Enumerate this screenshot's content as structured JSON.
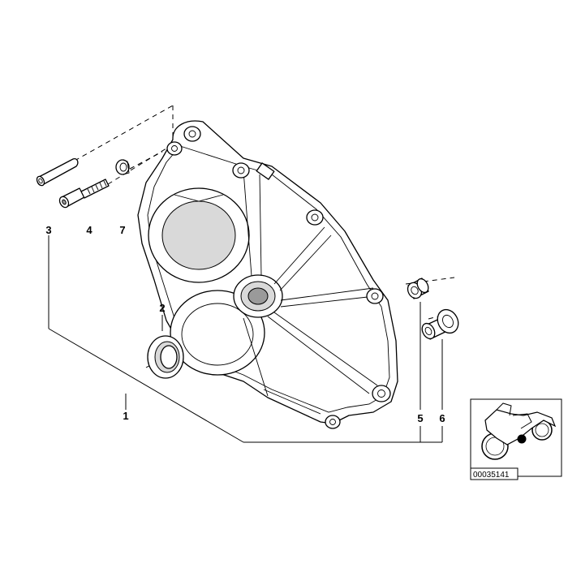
{
  "callouts": {
    "part_1": "1",
    "part_2": "2",
    "part_3": "3",
    "part_4": "4",
    "part_5": "5",
    "part_6": "6",
    "part_7": "7"
  },
  "reference_code": "00035141"
}
